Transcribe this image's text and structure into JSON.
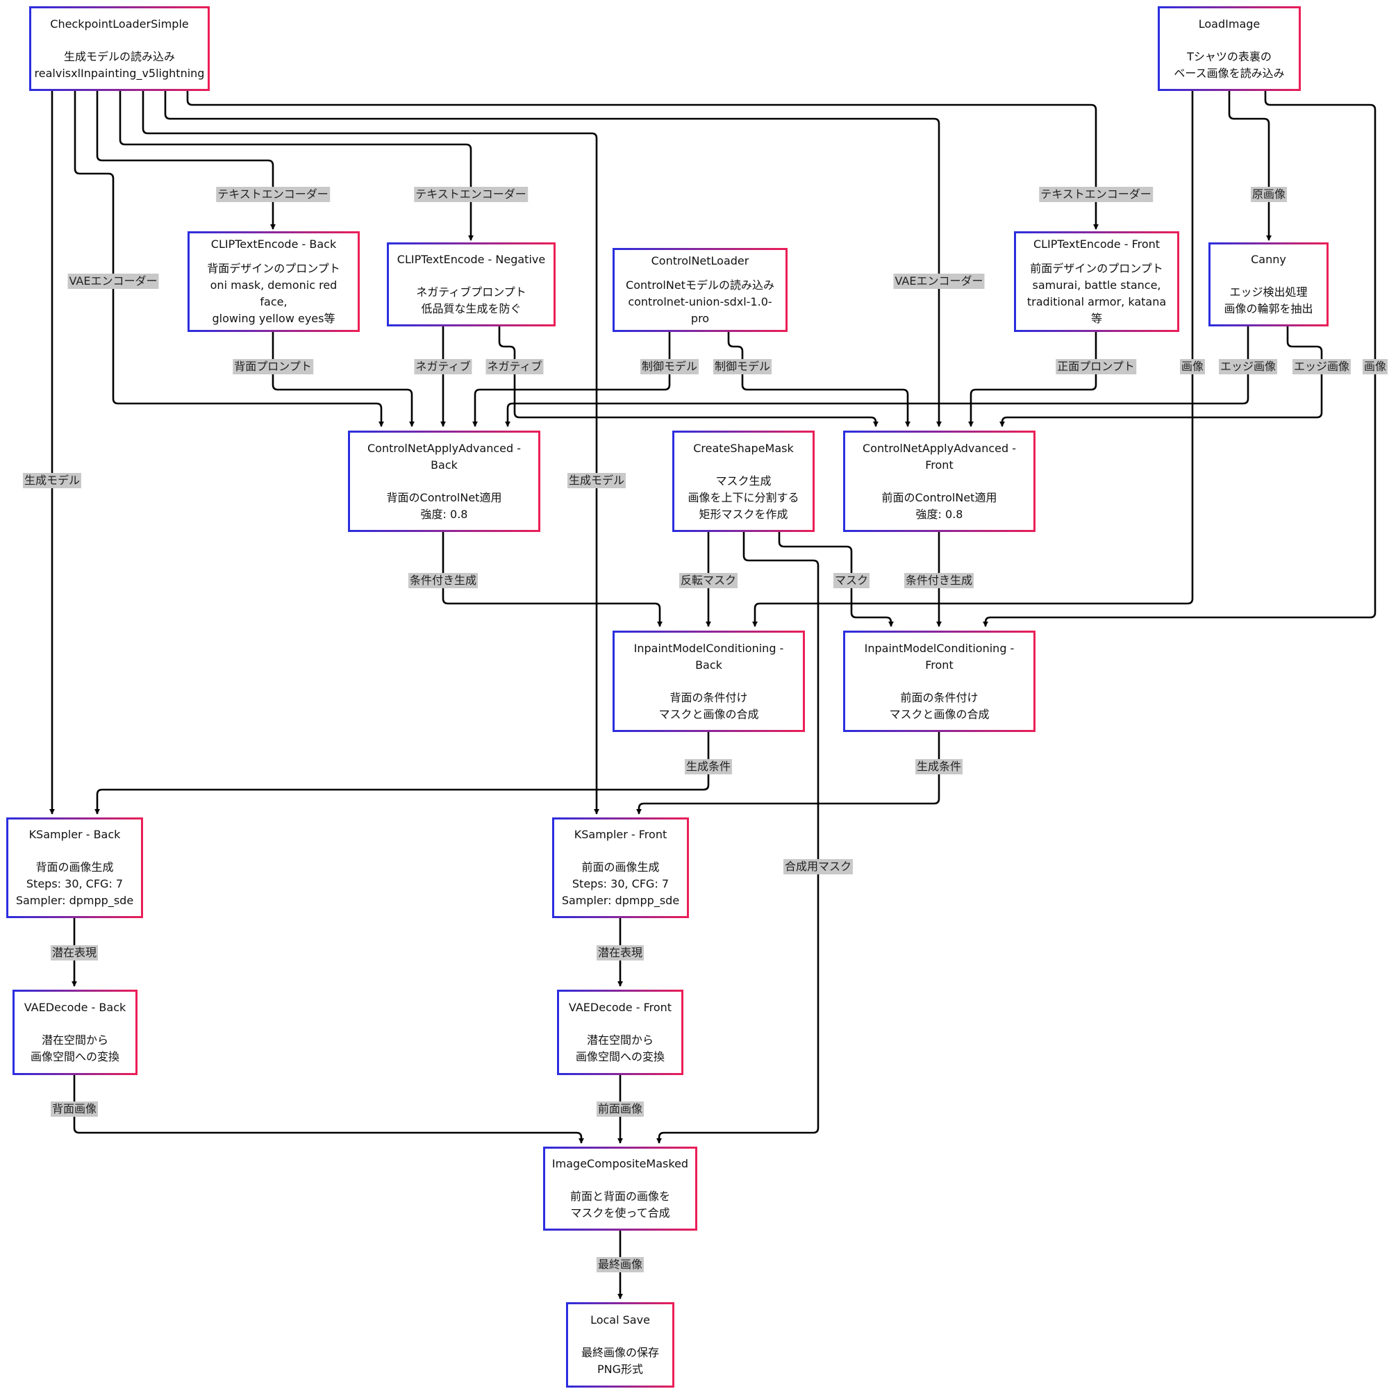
{
  "nodes": {
    "checkpoint": {
      "title": "CheckpointLoaderSimple",
      "body": "生成モデルの読み込み\nrealvisxlInpainting_v5lightning"
    },
    "loadimage": {
      "title": "LoadImage",
      "body": "Tシャツの表裏の\nベース画像を読み込み"
    },
    "clip_back": {
      "title": "CLIPTextEncode - Back",
      "body": "背面デザインのプロンプト\noni mask, demonic red face,\nglowing yellow eyes等"
    },
    "clip_neg": {
      "title": "CLIPTextEncode - Negative",
      "body": "ネガティブプロンプト\n低品質な生成を防ぐ"
    },
    "cn_loader": {
      "title": "ControlNetLoader",
      "body": "ControlNetモデルの読み込み\ncontrolnet-union-sdxl-1.0-pro"
    },
    "clip_front": {
      "title": "CLIPTextEncode - Front",
      "body": "前面デザインのプロンプト\nsamurai, battle stance,\ntraditional armor, katana等"
    },
    "canny": {
      "title": "Canny",
      "body": "エッジ検出処理\n画像の輪郭を抽出"
    },
    "cn_apply_back": {
      "title": "ControlNetApplyAdvanced -\nBack",
      "body": "背面のControlNet適用\n強度: 0.8"
    },
    "shape_mask": {
      "title": "CreateShapeMask",
      "body": "マスク生成\n画像を上下に分割する\n矩形マスクを作成"
    },
    "cn_apply_front": {
      "title": "ControlNetApplyAdvanced -\nFront",
      "body": "前面のControlNet適用\n強度: 0.8"
    },
    "inpaint_back": {
      "title": "InpaintModelConditioning -\nBack",
      "body": "背面の条件付け\nマスクと画像の合成"
    },
    "inpaint_front": {
      "title": "InpaintModelConditioning -\nFront",
      "body": "前面の条件付け\nマスクと画像の合成"
    },
    "ksampler_back": {
      "title": "KSampler - Back",
      "body": "背面の画像生成\nSteps: 30, CFG: 7\nSampler: dpmpp_sde"
    },
    "ksampler_front": {
      "title": "KSampler - Front",
      "body": "前面の画像生成\nSteps: 30, CFG: 7\nSampler: dpmpp_sde"
    },
    "vae_back": {
      "title": "VAEDecode - Back",
      "body": "潜在空間から\n画像空間への変換"
    },
    "vae_front": {
      "title": "VAEDecode - Front",
      "body": "潜在空間から\n画像空間への変換"
    },
    "composite": {
      "title": "ImageCompositeMasked",
      "body": "前面と背面の画像を\nマスクを使って合成"
    },
    "local_save": {
      "title": "Local Save",
      "body": "最終画像の保存\nPNG形式"
    }
  },
  "edge_labels": {
    "te_back": "テキストエンコーダー",
    "te_neg": "テキストエンコーダー",
    "te_front": "テキストエンコーダー",
    "original_image": "原画像",
    "vae_enc_left": "VAEエンコーダー",
    "vae_enc_right": "VAEエンコーダー",
    "back_prompt": "背面プロンプト",
    "negative_1": "ネガティブ",
    "negative_2": "ネガティブ",
    "control_model_1": "制御モデル",
    "control_model_2": "制御モデル",
    "front_prompt": "正面プロンプト",
    "image_1": "画像",
    "edge_image_1": "エッジ画像",
    "edge_image_2": "エッジ画像",
    "image_2": "画像",
    "gen_model_left": "生成モデル",
    "gen_model_mid": "生成モデル",
    "cond_gen_back": "条件付き生成",
    "inverted_mask": "反転マスク",
    "mask": "マスク",
    "cond_gen_front": "条件付き生成",
    "gen_cond_back": "生成条件",
    "gen_cond_front": "生成条件",
    "composite_mask": "合成用マスク",
    "latent_back": "潜在表現",
    "latent_front": "潜在表現",
    "back_image": "背面画像",
    "front_image": "前面画像",
    "final_image": "最終画像"
  },
  "colors": {
    "border_start": "#2a2ee0",
    "border_end": "#ec1f56",
    "edge": "#000000",
    "label_bg": "#c8c8c8"
  }
}
